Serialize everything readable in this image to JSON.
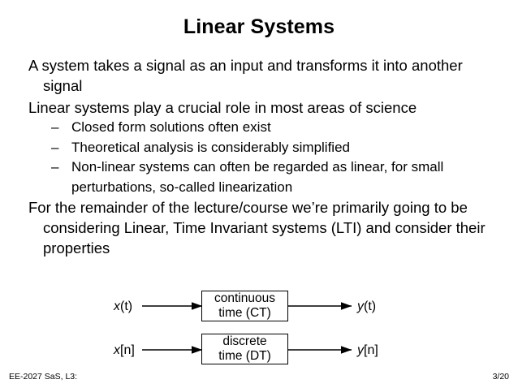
{
  "slide": {
    "title": "Linear Systems",
    "background_color": "#ffffff",
    "text_color": "#000000"
  },
  "bullets": [
    {
      "level": 1,
      "text": "A system takes a signal as an input and transforms it into another signal"
    },
    {
      "level": 1,
      "text": "Linear systems play a crucial role in most areas of science"
    },
    {
      "level": 2,
      "marker": "–",
      "text": "Closed form solutions often exist"
    },
    {
      "level": 2,
      "marker": "–",
      "text": "Theoretical analysis is considerably simplified"
    },
    {
      "level": 2,
      "marker": "–",
      "text": "Non-linear systems can often be regarded as linear, for small perturbations, so-called linearization"
    },
    {
      "level": 1,
      "text": "For the remainder of the lecture/course we’re primarily going to be considering Linear, Time Invariant systems (LTI) and consider their properties"
    }
  ],
  "diagram": {
    "rows": [
      {
        "input_label": "x(t)",
        "input_var": "x",
        "input_arg": "(t)",
        "block_line1": "continuous",
        "block_line2": "time (CT)",
        "output_label": "y(t)",
        "output_var": "y",
        "output_arg": "(t)"
      },
      {
        "input_label": "x[n]",
        "input_var": "x",
        "input_arg": "[n]",
        "block_line1": "discrete",
        "block_line2": "time (DT)",
        "output_label": "y[n]",
        "output_var": "y",
        "output_arg": "[n]"
      }
    ]
  },
  "footer": {
    "left": "EE-2027 SaS, L3:",
    "right": "3/20"
  }
}
